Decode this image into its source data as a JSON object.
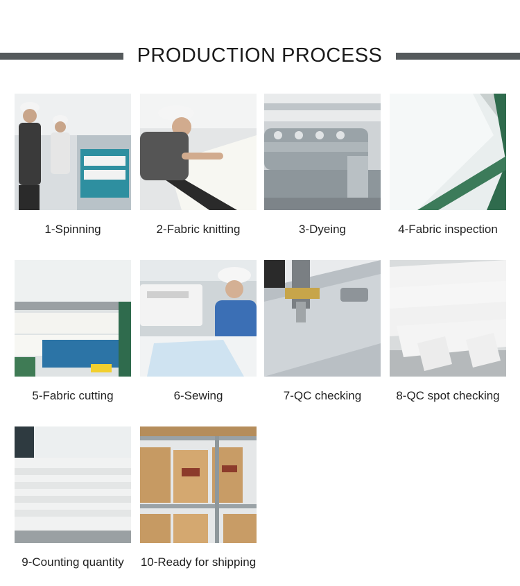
{
  "title": "PRODUCTION PROCESS",
  "steps": [
    {
      "label": "1-Spinning",
      "image": "spinning-photo"
    },
    {
      "label": "2-Fabric knitting",
      "image": "fabric-knitting-photo"
    },
    {
      "label": "3-Dyeing",
      "image": "dyeing-photo"
    },
    {
      "label": "4-Fabric inspection",
      "image": "fabric-inspection-photo"
    },
    {
      "label": "5-Fabric cutting",
      "image": "fabric-cutting-photo"
    },
    {
      "label": "6-Sewing",
      "image": "sewing-photo"
    },
    {
      "label": "7-QC checking",
      "image": "qc-checking-photo"
    },
    {
      "label": "8-QC spot checking",
      "image": "qc-spot-checking-photo"
    },
    {
      "label": "9-Counting quantity",
      "image": "counting-quantity-photo"
    },
    {
      "label": "10-Ready for shipping",
      "image": "ready-for-shipping-photo"
    }
  ]
}
